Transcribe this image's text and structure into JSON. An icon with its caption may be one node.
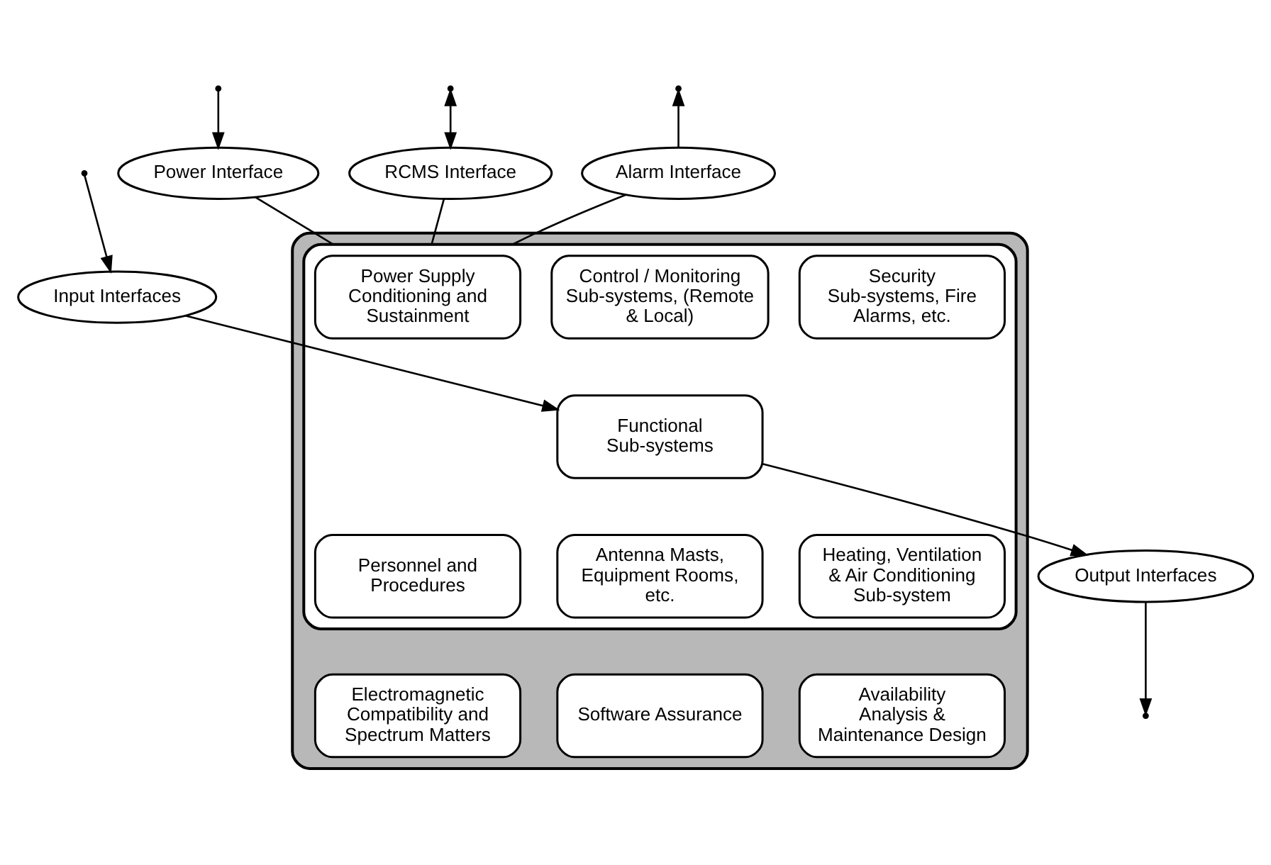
{
  "diagram": {
    "nodes": [
      {
        "text": [
          "Power Interface"
        ]
      },
      {
        "text": [
          "RCMS Interface"
        ]
      },
      {
        "text": [
          "Alarm Interface"
        ]
      },
      {
        "text": [
          "Input Interfaces"
        ]
      },
      {
        "text": [
          "Output Interfaces"
        ]
      },
      {
        "text": [],
        "shape": "box"
      },
      {
        "text": [],
        "shape": "box",
        "in": 5
      },
      {
        "text": [
          "Power Supply Conditioning and Sustainment"
        ],
        "in": 6
      },
      {
        "text": [
          "Control / Monitoring Sub-systems, (Remote & Local)"
        ],
        "in": 6
      },
      {
        "text": [
          "Security Sub-systems, Fire Alarms, etc."
        ],
        "in": 6
      },
      {
        "text": [
          "Functional Sub-systems"
        ],
        "in": 6
      },
      {
        "text": [
          "Personnel and Procedures"
        ],
        "in": 6
      },
      {
        "text": [
          "Antenna Masts, Equipment Rooms, etc."
        ],
        "in": 6
      },
      {
        "text": [
          "Heating, Ventilation & Air Conditioning Sub-system"
        ],
        "in": 6
      },
      {
        "text": [
          "Electromagnetic Compatibility and Spectrum Matters"
        ],
        "in": 5
      },
      {
        "text": [
          "Software Assurance"
        ],
        "in": 5
      },
      {
        "text": [
          "Availability Analysis & Maintenance Design"
        ],
        "in": 5
      }
    ],
    "edges": [
      {
        "from": null,
        "to": 0,
        "arrow": "to"
      },
      {
        "from": 0,
        "to": 6,
        "arrow": "none"
      },
      {
        "from": null,
        "to": 1,
        "arrow": "both"
      },
      {
        "from": 1,
        "to": 6,
        "arrow": "none"
      },
      {
        "from": 2,
        "to": null,
        "arrow": "to"
      },
      {
        "from": 2,
        "to": 6,
        "arrow": "none"
      },
      {
        "from": null,
        "to": 3,
        "arrow": "to"
      },
      {
        "from": 3,
        "to": 10,
        "arrow": "to"
      },
      {
        "from": 10,
        "to": 4,
        "arrow": "to"
      },
      {
        "from": 4,
        "to": null,
        "arrow": "to"
      }
    ]
  }
}
